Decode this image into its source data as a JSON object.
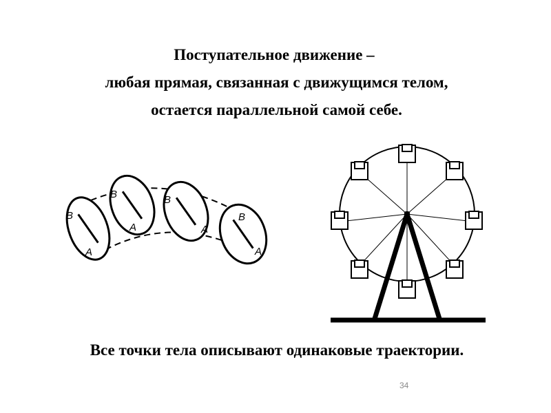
{
  "slide": {
    "title_lines": [
      "Поступательное движение –",
      "любая прямая, связанная с движущимся телом,",
      "остается параллельной самой себе."
    ],
    "bottom_text": "Все точки тела описывают одинаковые траектории.",
    "page_number": "34"
  },
  "figure_left": {
    "point_labels": {
      "a": "A",
      "b": "B"
    }
  }
}
